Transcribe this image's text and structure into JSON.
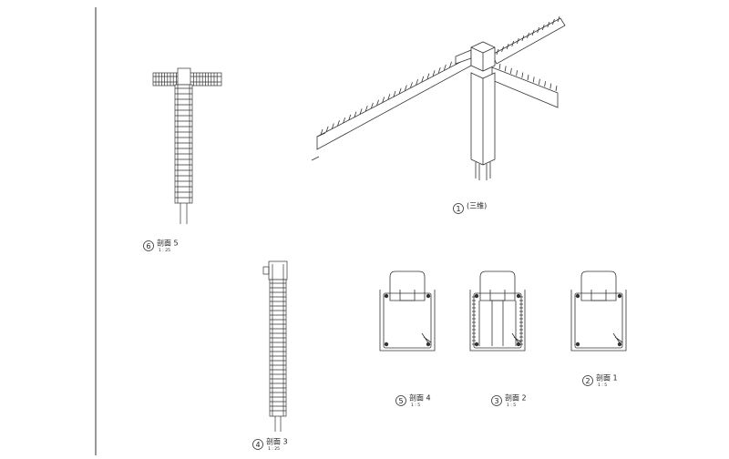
{
  "views": [
    {
      "id": "v1",
      "number": "1",
      "title": "(三维)",
      "scale": ""
    },
    {
      "id": "v6",
      "number": "6",
      "title": "剖面 5",
      "scale": "1 : 25"
    },
    {
      "id": "v4",
      "number": "4",
      "title": "剖面 3",
      "scale": "1 : 25"
    },
    {
      "id": "v5",
      "number": "5",
      "title": "剖面 4",
      "scale": "1 : 5"
    },
    {
      "id": "v3",
      "number": "3",
      "title": "剖面 2",
      "scale": "1 : 5"
    },
    {
      "id": "v2",
      "number": "2",
      "title": "剖面 1",
      "scale": "1 : 5"
    }
  ],
  "colors": {
    "line": "#333333",
    "paper": "#ffffff",
    "border": "#555555"
  }
}
